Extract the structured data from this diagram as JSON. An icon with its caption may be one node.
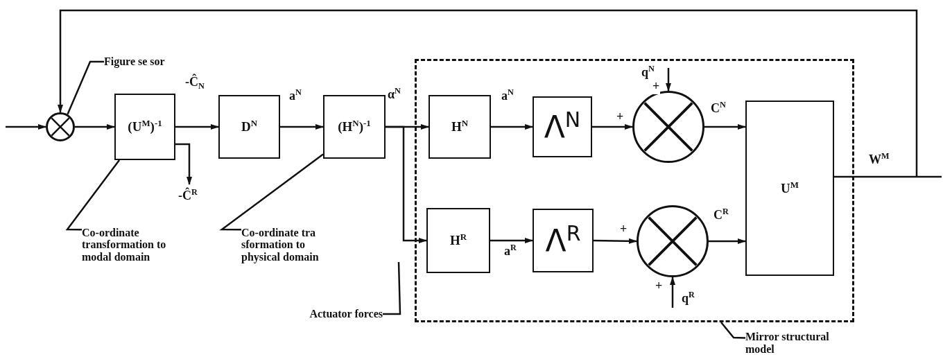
{
  "diagram": {
    "nodes": [
      {
        "text": [],
        "shape": "circle"
      },
      {
        "text": [
          "(U$^{M}$)$^{-1}$"
        ]
      },
      {
        "text": [
          "D$^{N}$"
        ]
      },
      {
        "text": [
          "(H$^{N}$)$^{-1}$"
        ]
      },
      {
        "text": [],
        "shape": "box"
      },
      {
        "text": [
          "H$^{N}$"
        ],
        "in": 4
      },
      {
        "text": [
          "Λ$^{N}$"
        ],
        "in": 4
      },
      {
        "text": [],
        "shape": "circle",
        "in": 4
      },
      {
        "text": [
          "H$^{R}$"
        ],
        "in": 4
      },
      {
        "text": [
          "Λ$^{R}$"
        ],
        "in": 4
      },
      {
        "text": [],
        "shape": "circle",
        "in": 4
      },
      {
        "text": [
          "U$^{M}$"
        ],
        "in": 4
      },
      {
        "text": [
          "Figure se sor"
        ]
      },
      {
        "text": [
          "Co-ordinate transformation to modal domain"
        ]
      },
      {
        "text": [
          "Co-ordinate tra sformation to physical domain"
        ]
      },
      {
        "text": [
          "Actuator forces"
        ]
      },
      {
        "text": [
          "Mirror structural model"
        ]
      }
    ],
    "edges": [
      {
        "from": null,
        "to": 0,
        "arrow": "to"
      },
      {
        "from": 0,
        "to": 1,
        "arrow": "to"
      },
      {
        "from": 1,
        "to": 2,
        "arrow": "to",
        "label": "-Ĉ$_{N}$"
      },
      {
        "from": 1,
        "to": null,
        "arrow": "to",
        "label": "-Ĉ$^{R}$"
      },
      {
        "from": 2,
        "to": 3,
        "arrow": "to",
        "label": "a$^{N}$"
      },
      {
        "from": 3,
        "to": 5,
        "arrow": "to",
        "label": "α$^{N}$"
      },
      {
        "from": 3,
        "to": 8,
        "arrow": "to"
      },
      {
        "from": 5,
        "to": 6,
        "arrow": "to",
        "label": "a$^{N}$"
      },
      {
        "from": 6,
        "to": 7,
        "arrow": "to",
        "label": "+"
      },
      {
        "from": null,
        "to": 7,
        "arrow": "to",
        "label": "q$^{N}$"
      },
      {
        "from": 7,
        "to": 11,
        "arrow": "to",
        "label": "C$^{N}$"
      },
      {
        "from": 8,
        "to": 9,
        "arrow": "to",
        "label": "a$^{R}$"
      },
      {
        "from": 9,
        "to": 10,
        "arrow": "to",
        "label": "+"
      },
      {
        "from": null,
        "to": 10,
        "arrow": "to",
        "label": "q$^{R}$"
      },
      {
        "from": 10,
        "to": 11,
        "arrow": "to",
        "label": "C$^{R}$"
      },
      {
        "from": 11,
        "to": 0,
        "arrow": "to"
      },
      {
        "from": 11,
        "to": null,
        "arrow": "none",
        "label": "W$^{M}$"
      },
      {
        "from": 12,
        "to": 0,
        "arrow": "none"
      },
      {
        "from": 13,
        "to": 1,
        "arrow": "none"
      },
      {
        "from": 14,
        "to": 3,
        "arrow": "none"
      },
      {
        "from": 15,
        "to": null,
        "arrow": "none"
      },
      {
        "from": 16,
        "to": 4,
        "arrow": "none"
      }
    ],
    "labels": [
      "+",
      "+"
    ]
  }
}
